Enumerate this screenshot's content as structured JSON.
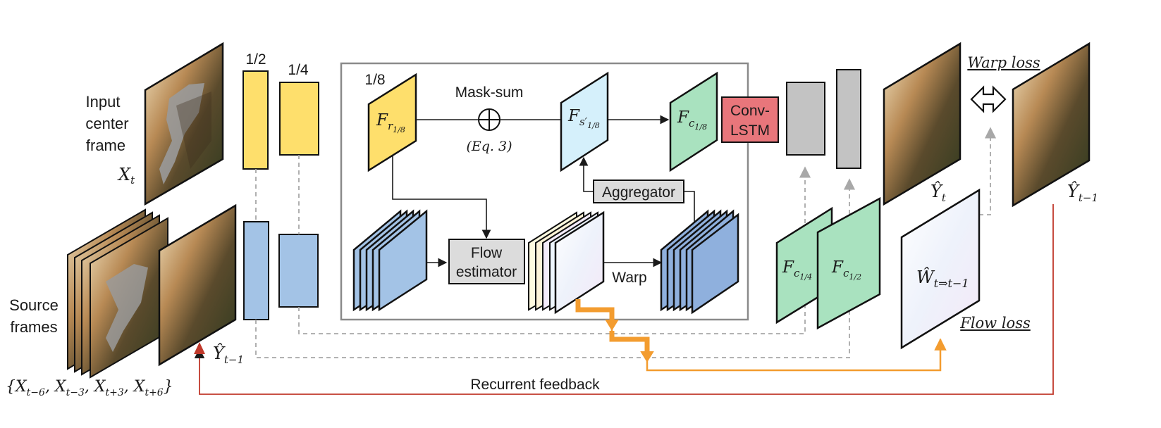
{
  "labels": {
    "input_center_frame": [
      "Input",
      "center",
      "frame"
    ],
    "x_t": "X",
    "x_t_sub": "t",
    "source_frames": [
      "Source",
      "frames"
    ],
    "source_set": "{X",
    "source_set_full": [
      "{X",
      "t−6",
      ", X",
      "t−3",
      ", X",
      "t+3",
      ", X",
      "t+6",
      "}"
    ],
    "y_prev": "Ŷ",
    "y_prev_sub": "t−1",
    "half": "1/2",
    "quarter": "1/4",
    "eighth": "1/8",
    "mask_sum": "Mask-sum",
    "eq3": "(Eq. 3)",
    "f_r": "F",
    "f_r_sub": "r",
    "f_r_subsub": "1/8",
    "f_s": "F",
    "f_s_sub": "s′",
    "f_s_subsub": "1/8",
    "f_c": "F",
    "f_c_sub": "c",
    "f_c_subsub": "1/8",
    "f_c4_subsub": "1/4",
    "f_c2_subsub": "1/2",
    "aggregator": "Aggregator",
    "flow_estimator": [
      "Flow",
      "estimator"
    ],
    "warp": "Warp",
    "conv_lstm": [
      "Conv-",
      "LSTM"
    ],
    "y_t": "Ŷ",
    "y_t_sub": "t",
    "warp_loss": "Warp loss",
    "flow_loss": "Flow loss",
    "w_hat": "Ŵ",
    "w_hat_sub": "t⇒t−1",
    "recurrent_feedback": "Recurrent feedback"
  },
  "colors": {
    "yellow": "#fedf6c",
    "blue": "#a3c3e6",
    "blue_dark": "#8fb0dd",
    "green": "#a9e2bf",
    "gray": "#c3c3c3",
    "light_cyan": "#d5f0fb",
    "pink": "#e8767b",
    "orange": "#f39c2f",
    "red": "#c0392b",
    "frame_border": "#8a8a8a"
  }
}
